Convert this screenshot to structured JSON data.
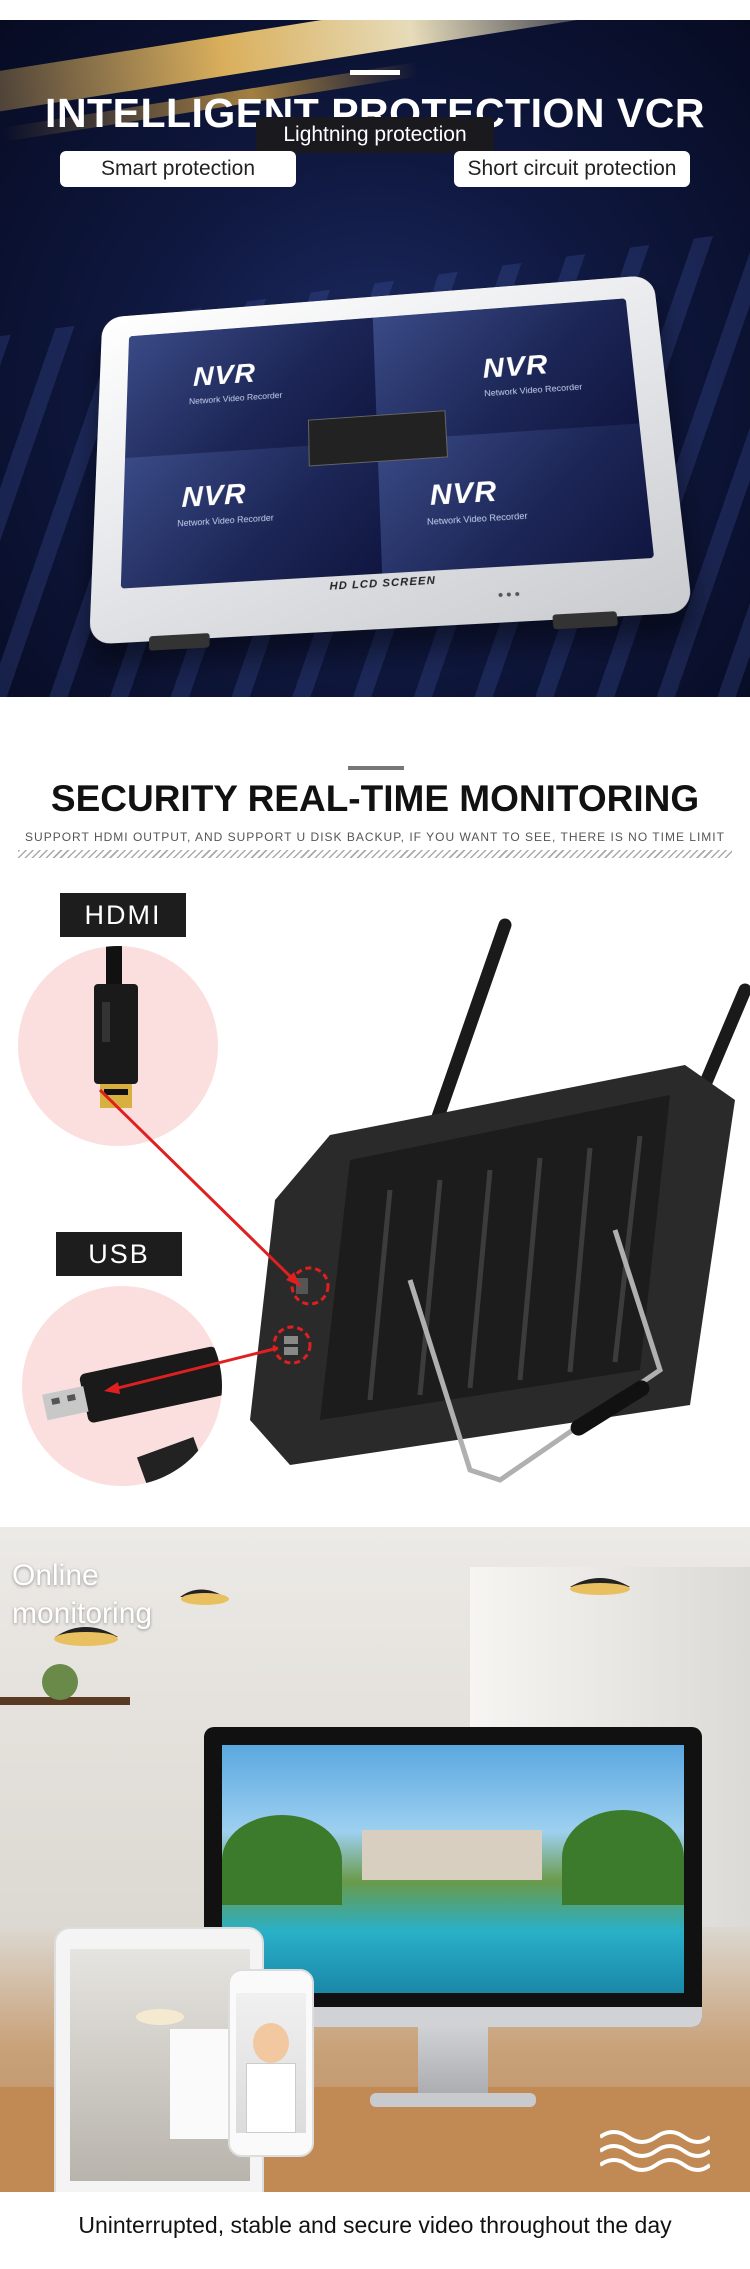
{
  "section1": {
    "title": "INTELLIGENT PROTECTION VCR",
    "features": [
      "Lightning protection",
      "Smart protection",
      "Short circuit protection"
    ],
    "screen": {
      "brand": "NVR",
      "brand_sub": "Network Video Recorder",
      "lcd_label": "HD LCD SCREEN"
    }
  },
  "section2": {
    "title": "SECURITY REAL-TIME MONITORING",
    "subtitle": "SUPPORT HDMI OUTPUT, AND SUPPORT U DISK BACKUP, IF YOU WANT TO SEE, THERE IS NO TIME LIMIT",
    "ports": [
      "HDMI",
      "USB"
    ]
  },
  "section3": {
    "title_line1": "Online",
    "title_line2": "monitoring",
    "caption": "Uninterrupted, stable and secure video throughout the day"
  },
  "colors": {
    "accent_red": "#e02020",
    "pink_bg": "#fbdede",
    "navy_bg": "#0f1840",
    "gold": "#f0c060"
  }
}
